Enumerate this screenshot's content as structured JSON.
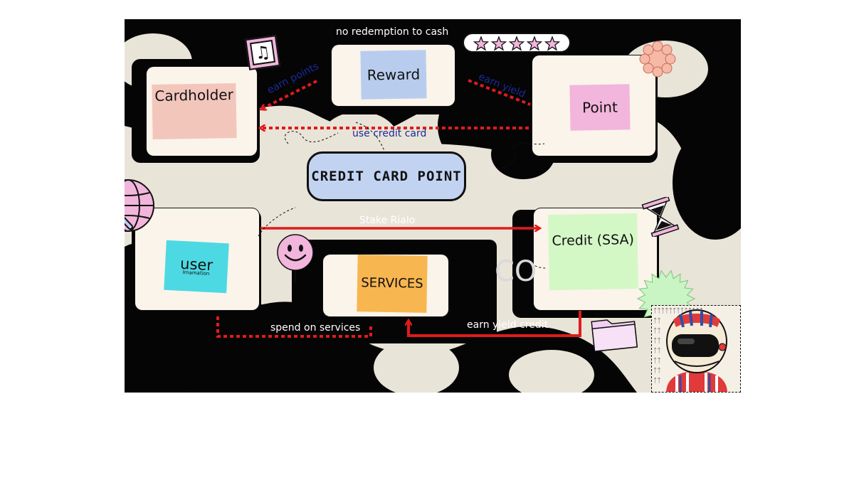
{
  "title": "CREDIT CARD POINT",
  "nodes": {
    "cardholder": "Cardholder",
    "reward": "Reward",
    "point": "Point",
    "user": "user",
    "user_sub": "Imamation",
    "services": "SERVICES",
    "credit": "Credit (SSA)"
  },
  "edges": {
    "no_redemption": "no redemption to cash",
    "earn_points": "earn points",
    "earn_yield": "earn yield",
    "use_credit_card": "use credit card",
    "stake": "Stake Rialo",
    "spend": "spend on services",
    "earn_yield_credit": "earn yield credit"
  },
  "rating": {
    "stars": 5,
    "max": 5
  },
  "colors": {
    "background": "#e9e4d8",
    "blob": "#050505",
    "card": "#fbf4ea",
    "sticky_pink": "#f3c6bc",
    "sticky_blue": "#b8cdee",
    "sticky_magenta": "#f2b5dc",
    "sticky_cyan": "#4dd9e3",
    "sticky_orange": "#f8b650",
    "sticky_green": "#d4f7c6",
    "title_pill": "#c2d3f2",
    "arrow": "#e01b1b",
    "edge_label": "#1b2a9c"
  },
  "icons": [
    "music-note-icon",
    "star-icon",
    "flower-sticker-icon",
    "squiggle-logo-icon",
    "globe-icon",
    "magnifier-icon",
    "smiley-icon",
    "hourglass-icon",
    "green-burst-icon",
    "folder-icon",
    "astronaut-avatar"
  ]
}
